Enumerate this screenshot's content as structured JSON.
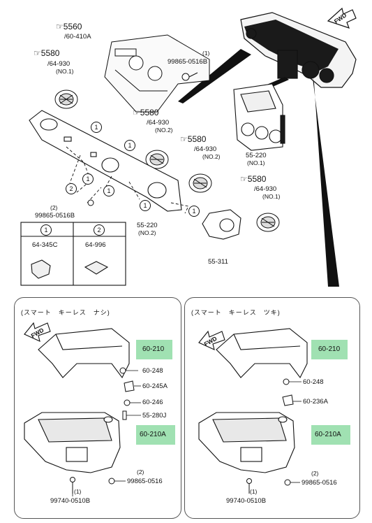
{
  "top_parts": {
    "group_5560": {
      "symbol": "5560",
      "code": "/60-410A"
    },
    "vent_left": {
      "symbol": "5580",
      "code": "/64-930",
      "note": "(NO.1)"
    },
    "screw_top": {
      "qty": "(1)",
      "code": "99865-0516B"
    },
    "vent_center": {
      "symbol": "5580",
      "code": "/64-930",
      "note": "(NO.2)"
    },
    "vent_mid": {
      "symbol": "5580",
      "code": "/64-930",
      "note": "(NO.2)"
    },
    "vent_right": {
      "symbol": "5580",
      "code": "/64-930",
      "note": "(NO.1)"
    },
    "panel_no1": {
      "code": "55-220",
      "note": "(NO.1)"
    },
    "panel_no2": {
      "code": "55-220",
      "note": "(NO.2)"
    },
    "bezel": {
      "code": "55-311"
    },
    "screw_left": {
      "qty": "(2)",
      "code": "99865-0516B"
    },
    "fwd": "FWD"
  },
  "legend": {
    "items": [
      {
        "mark": "1",
        "code": "64-345C"
      },
      {
        "mark": "2",
        "code": "64-996"
      }
    ]
  },
  "callouts": {
    "one": "1",
    "two": "2"
  },
  "left_section": {
    "title": "(スマート　キーレス　ナシ)",
    "fwd": "FWD",
    "upper_cover": "60-210",
    "screw_a": "60-248",
    "bracket": "60-245A",
    "clip": "60-246",
    "pin": "55-280J",
    "lower_cover": "60-210A",
    "screw_b_qty": "(2)",
    "screw_b": "99865-0516",
    "screw_c_qty": "(1)",
    "screw_c": "99740-0510B"
  },
  "right_section": {
    "title": "(スマート　キーレス　ツキ)",
    "fwd": "FWD",
    "upper_cover": "60-210",
    "screw_a": "60-248",
    "bracket": "60-236A",
    "lower_cover": "60-210A",
    "screw_b_qty": "(2)",
    "screw_b": "99865-0516",
    "screw_c_qty": "(1)",
    "screw_c": "99740-0510B"
  },
  "colors": {
    "highlight": "#8fdca4",
    "line": "#111111",
    "frame": "#555555",
    "dash_fill": "#1a1a1a"
  }
}
